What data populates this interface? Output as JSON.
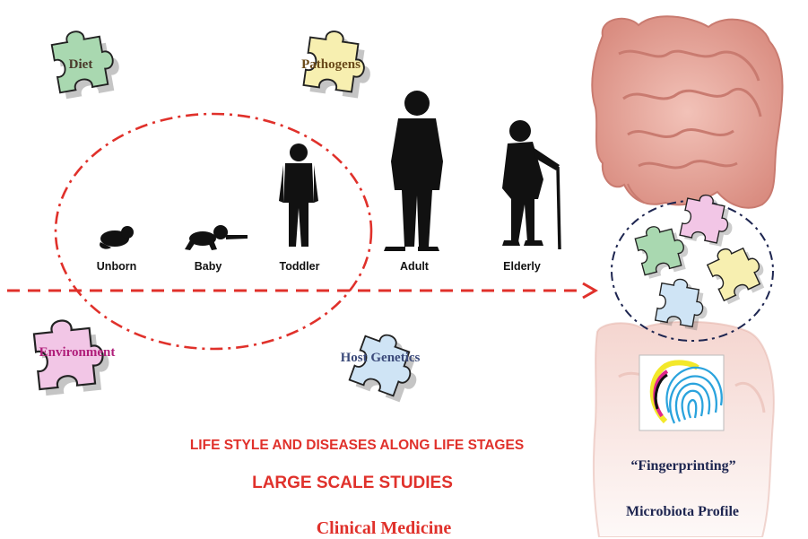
{
  "life_stages": [
    "Unborn",
    "Baby",
    "Toddler",
    "Adult",
    "Elderly"
  ],
  "factors": {
    "diet": "Diet",
    "pathogens": "Pathogens",
    "environment": "Environment",
    "host_genetics": "Host Genetics"
  },
  "captions": {
    "life_style": "LIFE STYLE AND DISEASES ALONG LIFE STAGES",
    "large_scale": "LARGE SCALE STUDIES",
    "clinical": "Clinical Medicine"
  },
  "microbiota": {
    "fingerprinting": "“Fingerprinting”",
    "profile": "Microbiota Profile"
  },
  "colors": {
    "red": "#e0312b",
    "navy": "#1d2550",
    "green_piece": "#a9d8b0",
    "yellow_piece": "#f7efb0",
    "pink_piece": "#f2c6e6",
    "blue_piece": "#cfe4f5",
    "gut": "#e9aaa0"
  }
}
